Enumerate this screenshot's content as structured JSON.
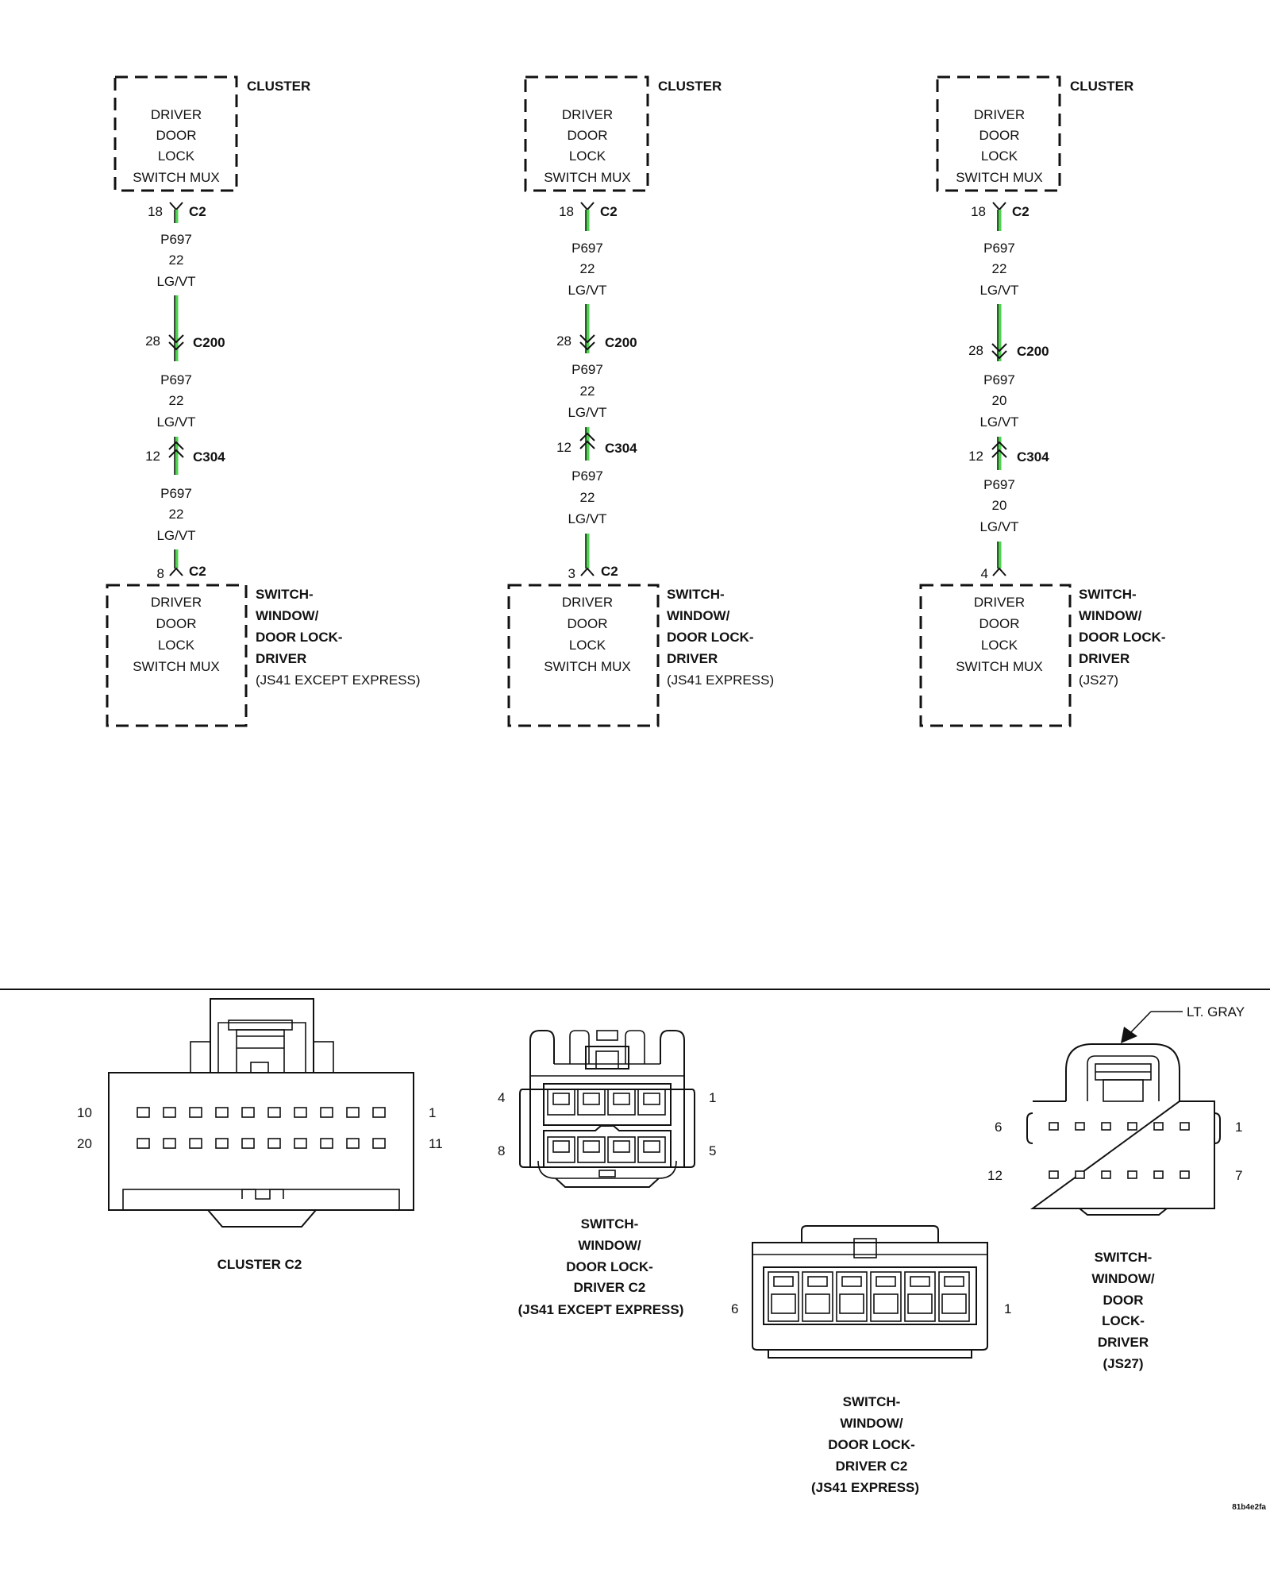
{
  "diagram": {
    "colors": {
      "wire_green": "#4fd24f",
      "ink": "#111111"
    },
    "columns": [
      {
        "top_module": {
          "name": "CLUSTER",
          "lines": [
            "DRIVER",
            "DOOR",
            "LOCK",
            "SWITCH MUX"
          ]
        },
        "top_connector": {
          "pin": "18",
          "name": "C2"
        },
        "segments": [
          {
            "circuit": "P697",
            "gauge": "22",
            "color": "LG/VT"
          },
          {
            "circuit": "P697",
            "gauge": "22",
            "color": "LG/VT"
          },
          {
            "circuit": "P697",
            "gauge": "22",
            "color": "LG/VT"
          }
        ],
        "inline1": {
          "pin": "28",
          "name": "C200"
        },
        "inline2": {
          "pin": "12",
          "name": "C304"
        },
        "bottom_connector": {
          "pin": "8",
          "name": "C2"
        },
        "bottom_module": {
          "lines": [
            "DRIVER",
            "DOOR",
            "LOCK",
            "SWITCH MUX"
          ],
          "name_lines": [
            "SWITCH-",
            "WINDOW/",
            "DOOR LOCK-",
            "DRIVER"
          ],
          "variant": "(JS41 EXCEPT EXPRESS)"
        }
      },
      {
        "top_module": {
          "name": "CLUSTER",
          "lines": [
            "DRIVER",
            "DOOR",
            "LOCK",
            "SWITCH MUX"
          ]
        },
        "top_connector": {
          "pin": "18",
          "name": "C2"
        },
        "segments": [
          {
            "circuit": "P697",
            "gauge": "22",
            "color": "LG/VT"
          },
          {
            "circuit": "P697",
            "gauge": "22",
            "color": "LG/VT"
          },
          {
            "circuit": "P697",
            "gauge": "22",
            "color": "LG/VT"
          }
        ],
        "inline1": {
          "pin": "28",
          "name": "C200"
        },
        "inline2": {
          "pin": "12",
          "name": "C304"
        },
        "bottom_connector": {
          "pin": "3",
          "name": "C2"
        },
        "bottom_module": {
          "lines": [
            "DRIVER",
            "DOOR",
            "LOCK",
            "SWITCH MUX"
          ],
          "name_lines": [
            "SWITCH-",
            "WINDOW/",
            "DOOR LOCK-",
            "DRIVER"
          ],
          "variant": "(JS41 EXPRESS)"
        }
      },
      {
        "top_module": {
          "name": "CLUSTER",
          "lines": [
            "DRIVER",
            "DOOR",
            "LOCK",
            "SWITCH MUX"
          ]
        },
        "top_connector": {
          "pin": "18",
          "name": "C2"
        },
        "segments": [
          {
            "circuit": "P697",
            "gauge": "22",
            "color": "LG/VT"
          },
          {
            "circuit": "P697",
            "gauge": "20",
            "color": "LG/VT"
          },
          {
            "circuit": "P697",
            "gauge": "20",
            "color": "LG/VT"
          }
        ],
        "inline1": {
          "pin": "28",
          "name": "C200"
        },
        "inline2": {
          "pin": "12",
          "name": "C304"
        },
        "bottom_connector": {
          "pin": "4",
          "name": ""
        },
        "bottom_module": {
          "lines": [
            "DRIVER",
            "DOOR",
            "LOCK",
            "SWITCH MUX"
          ],
          "name_lines": [
            "SWITCH-",
            "WINDOW/",
            "DOOR LOCK-",
            "DRIVER"
          ],
          "variant": "(JS27)"
        }
      }
    ]
  },
  "connectors": {
    "cluster_c2": {
      "title_lines": [
        "CLUSTER C2"
      ],
      "pins": {
        "top_left": "10",
        "bottom_left": "20",
        "top_right": "1",
        "bottom_right": "11"
      }
    },
    "switch_js41_except": {
      "title_lines": [
        "SWITCH-",
        "WINDOW/",
        "DOOR LOCK-",
        "DRIVER C2",
        "(JS41 EXCEPT EXPRESS)"
      ],
      "pins": {
        "top_left": "4",
        "bottom_left": "8",
        "top_right": "1",
        "bottom_right": "5"
      }
    },
    "switch_js41_express": {
      "title_lines": [
        "SWITCH-",
        "WINDOW/",
        "DOOR LOCK-",
        "DRIVER C2",
        "(JS41 EXPRESS)"
      ],
      "pins": {
        "left": "6",
        "right": "1"
      }
    },
    "switch_js27": {
      "title_lines": [
        "SWITCH-",
        "WINDOW/",
        "DOOR",
        "LOCK-",
        "DRIVER",
        "(JS27)"
      ],
      "pins": {
        "top_left": "6",
        "bottom_left": "12",
        "top_right": "1",
        "bottom_right": "7"
      },
      "callout": "LT. GRAY"
    }
  },
  "figure_id": "81b4e2fa"
}
